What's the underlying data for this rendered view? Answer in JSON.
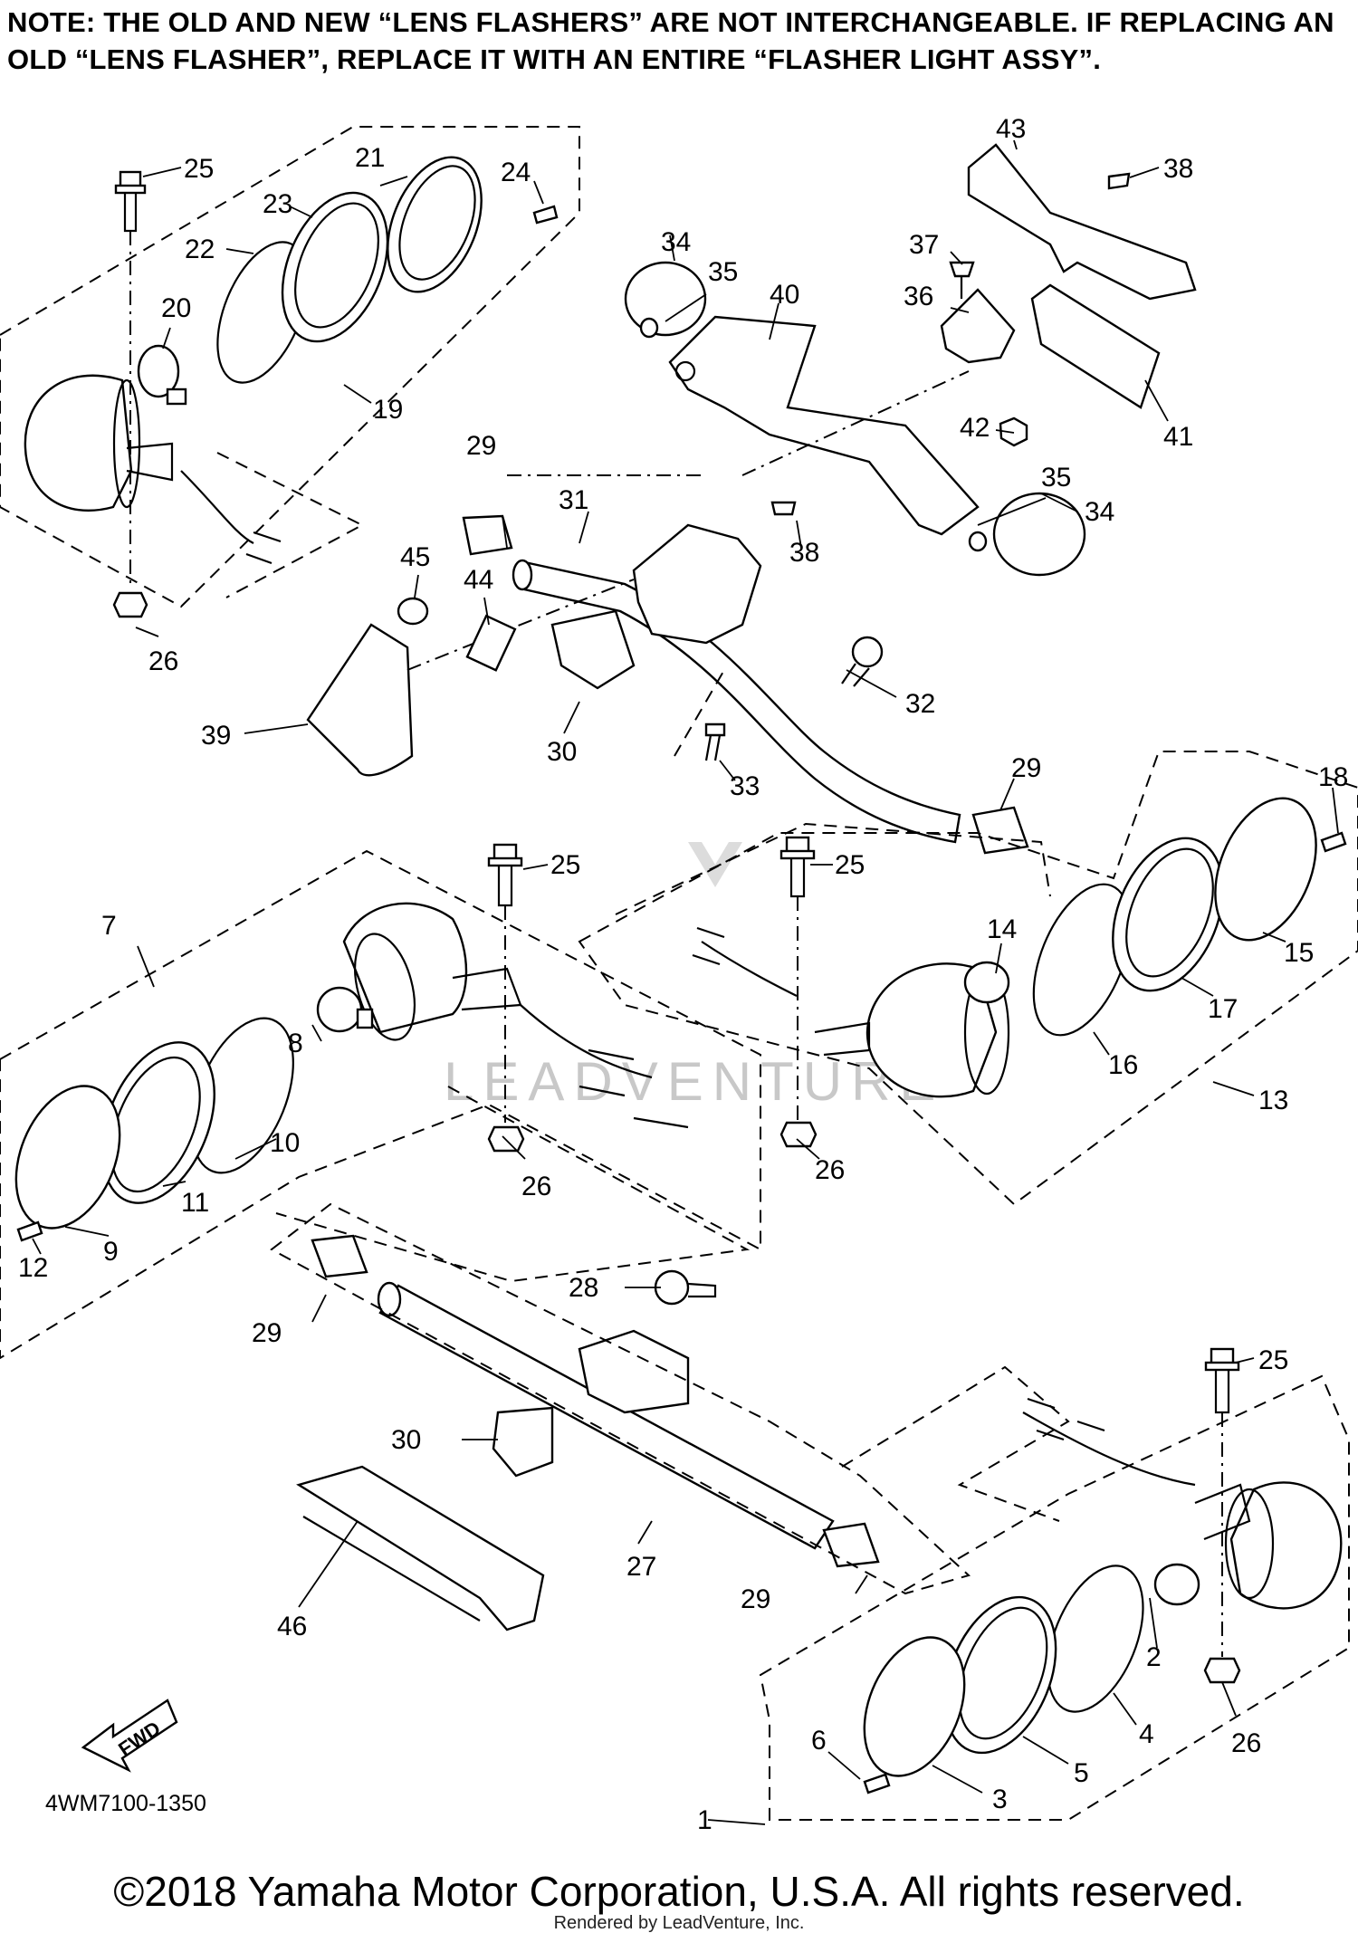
{
  "note": "NOTE: THE OLD AND NEW “LENS FLASHERS” ARE NOT INTERCHANGEABLE. IF REPLACING AN OLD “LENS FLASHER”, REPLACE IT WITH AN ENTIRE “FLASHER LIGHT ASSY”.",
  "diagram_code": "4WM7100-1350",
  "fwd_label": "FWD",
  "watermark": "LEADVENTURE",
  "copyright": "©2018 Yamaha Motor Corporation, U.S.A. All rights reserved.",
  "rendered_by": "Rendered by LeadVenture, Inc.",
  "callouts": [
    "1",
    "2",
    "3",
    "4",
    "5",
    "6",
    "7",
    "8",
    "9",
    "10",
    "11",
    "12",
    "13",
    "14",
    "15",
    "16",
    "17",
    "18",
    "19",
    "20",
    "21",
    "22",
    "23",
    "24",
    "25",
    "26",
    "27",
    "28",
    "29",
    "30",
    "31",
    "32",
    "33",
    "34",
    "35",
    "36",
    "37",
    "38",
    "39",
    "40",
    "41",
    "42",
    "43",
    "44",
    "45",
    "46"
  ]
}
